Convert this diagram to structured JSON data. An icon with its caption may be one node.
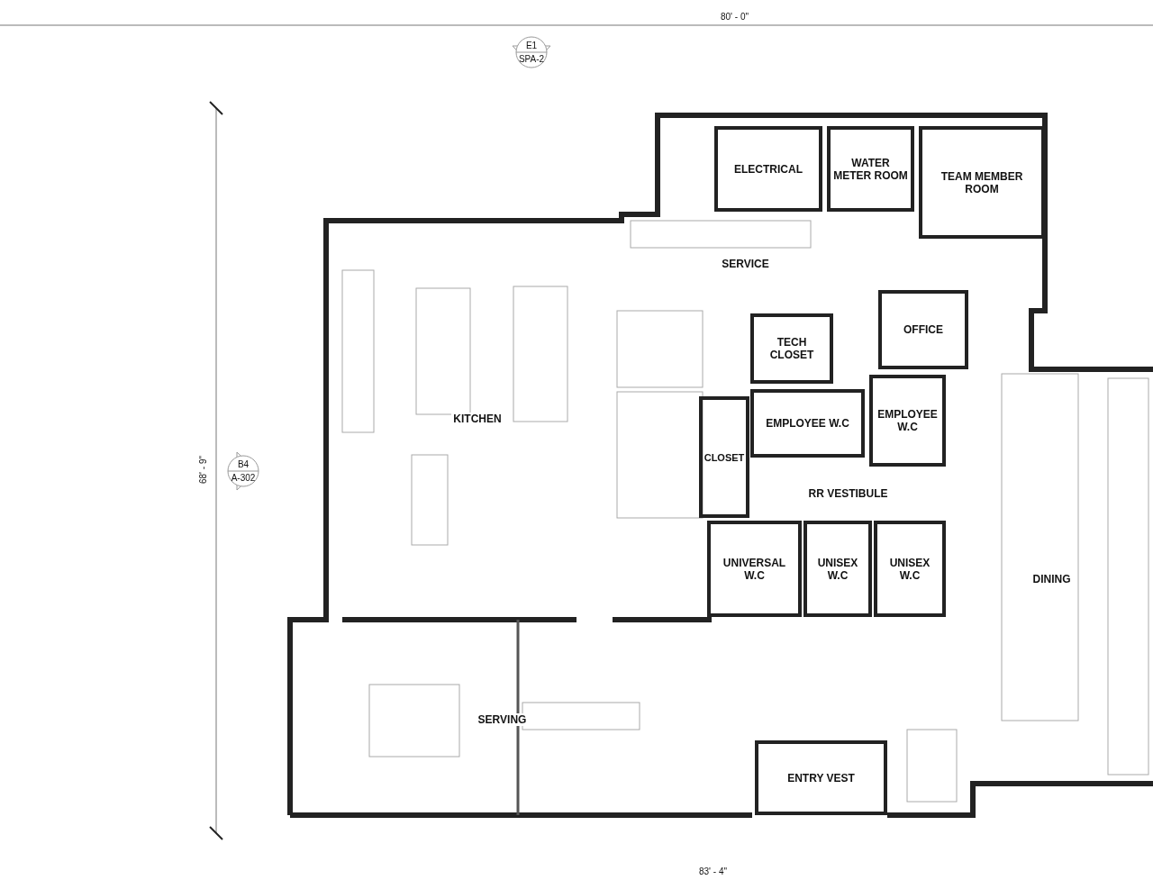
{
  "diagram": {
    "nodes": [
      {
        "text": [
          "E1",
          "SPA-2"
        ]
      },
      {
        "text": [
          "ELECTRICAL"
        ]
      },
      {
        "text": [
          "WATER METER ROOM"
        ]
      },
      {
        "text": [
          "TEAM MEMBER ROOM"
        ]
      },
      {
        "text": [
          "SERVICE"
        ]
      },
      {
        "text": [
          "OFFICE"
        ]
      },
      {
        "text": [
          "TECH CLOSET"
        ]
      },
      {
        "text": [
          "KITCHEN"
        ]
      },
      {
        "text": [
          "EMPLOYEE W.C"
        ]
      },
      {
        "text": [
          "EMPLOYEE W.C"
        ]
      },
      {
        "text": [
          "B4",
          "A-302"
        ]
      },
      {
        "text": [
          "CLOSET"
        ]
      },
      {
        "text": [
          "RR VESTIBULE"
        ]
      },
      {
        "text": [
          "UNIVERSAL W.C"
        ]
      },
      {
        "text": [
          "UNISEX W.C"
        ]
      },
      {
        "text": [
          "UNISEX W.C"
        ]
      },
      {
        "text": [
          "SERVING"
        ]
      },
      {
        "text": [
          "DINING"
        ]
      },
      {
        "text": [
          "ENTRY VEST"
        ]
      }
    ],
    "labels": [
      "80' - 0\"",
      "68' - 9\"",
      "83' - 4\""
    ]
  }
}
